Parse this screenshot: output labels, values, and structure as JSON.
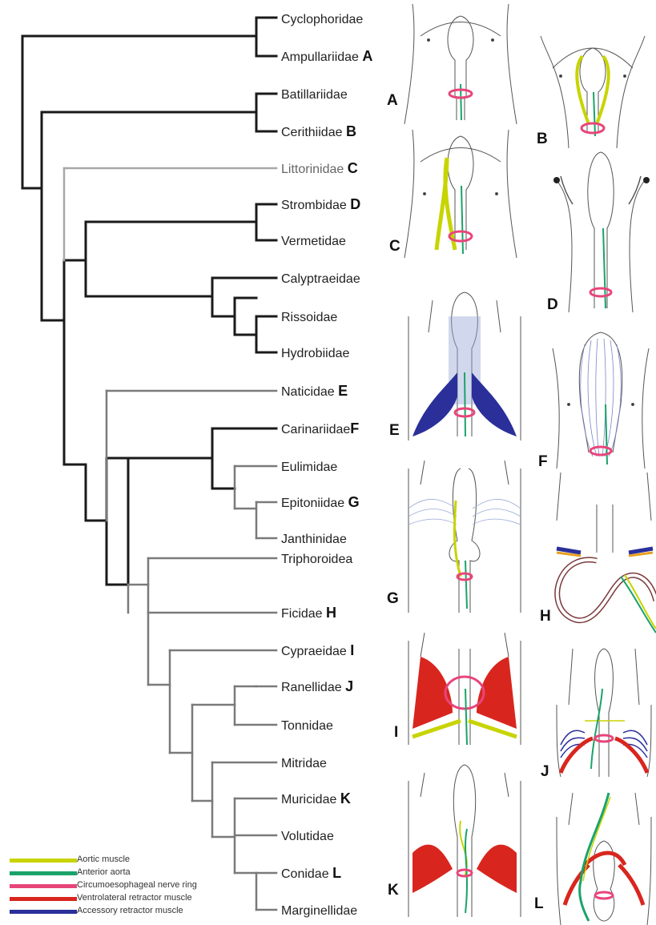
{
  "taxa": [
    {
      "name": "Cyclophoridae",
      "letter": ""
    },
    {
      "name": "Ampullariidae",
      "letter": "A"
    },
    {
      "name": "Batillariidae",
      "letter": ""
    },
    {
      "name": "Cerithiidae",
      "letter": "B"
    },
    {
      "name": "Littorinidae",
      "letter": "C"
    },
    {
      "name": "Strombidae",
      "letter": "D"
    },
    {
      "name": "Vermetidae",
      "letter": ""
    },
    {
      "name": "Calyptraeidae",
      "letter": ""
    },
    {
      "name": "Rissoidae",
      "letter": ""
    },
    {
      "name": "Hydrobiidae",
      "letter": ""
    },
    {
      "name": "Naticidae",
      "letter": "E"
    },
    {
      "name": "Carinariidae",
      "letter": "F"
    },
    {
      "name": "Eulimidae",
      "letter": ""
    },
    {
      "name": "Epitoniidae",
      "letter": "G"
    },
    {
      "name": "Janthinidae",
      "letter": ""
    },
    {
      "name": "Triphoroidea",
      "letter": ""
    },
    {
      "name": "Ficidae",
      "letter": "H"
    },
    {
      "name": "Cypraeidae",
      "letter": "I"
    },
    {
      "name": "Ranellidae",
      "letter": "J"
    },
    {
      "name": "Tonnidae",
      "letter": ""
    },
    {
      "name": "Mitridae",
      "letter": ""
    },
    {
      "name": "Muricidae",
      "letter": "K"
    },
    {
      "name": "Volutidae",
      "letter": ""
    },
    {
      "name": "Conidae",
      "letter": "L"
    },
    {
      "name": "Marginellidae",
      "letter": ""
    }
  ],
  "panels": {
    "A": "A",
    "B": "B",
    "C": "C",
    "D": "D",
    "E": "E",
    "F": "F",
    "G": "G",
    "H": "H",
    "I": "I",
    "J": "J",
    "K": "K",
    "L": "L"
  },
  "legend": [
    {
      "label": "Aortic muscle",
      "color": "#c8d400"
    },
    {
      "label": "Anterior aorta",
      "color": "#1aa36a"
    },
    {
      "label": "Circumoesophageal nerve ring",
      "color": "#e8457a"
    },
    {
      "label": "Ventrolateral retractor muscle",
      "color": "#d8261f"
    },
    {
      "label": "Accessory retractor muscle",
      "color": "#2a2f9a"
    }
  ],
  "colors": {
    "branch_dark": "#1a1a1a",
    "branch_gray": "#7a7a7a",
    "branch_light": "#a8a8a8",
    "aortic": "#c8d400",
    "aorta": "#1aa36a",
    "nerve": "#e8457a",
    "ventro": "#d8261f",
    "accessory": "#2a2f9a",
    "tissue_blue": "#9aa8d8"
  }
}
